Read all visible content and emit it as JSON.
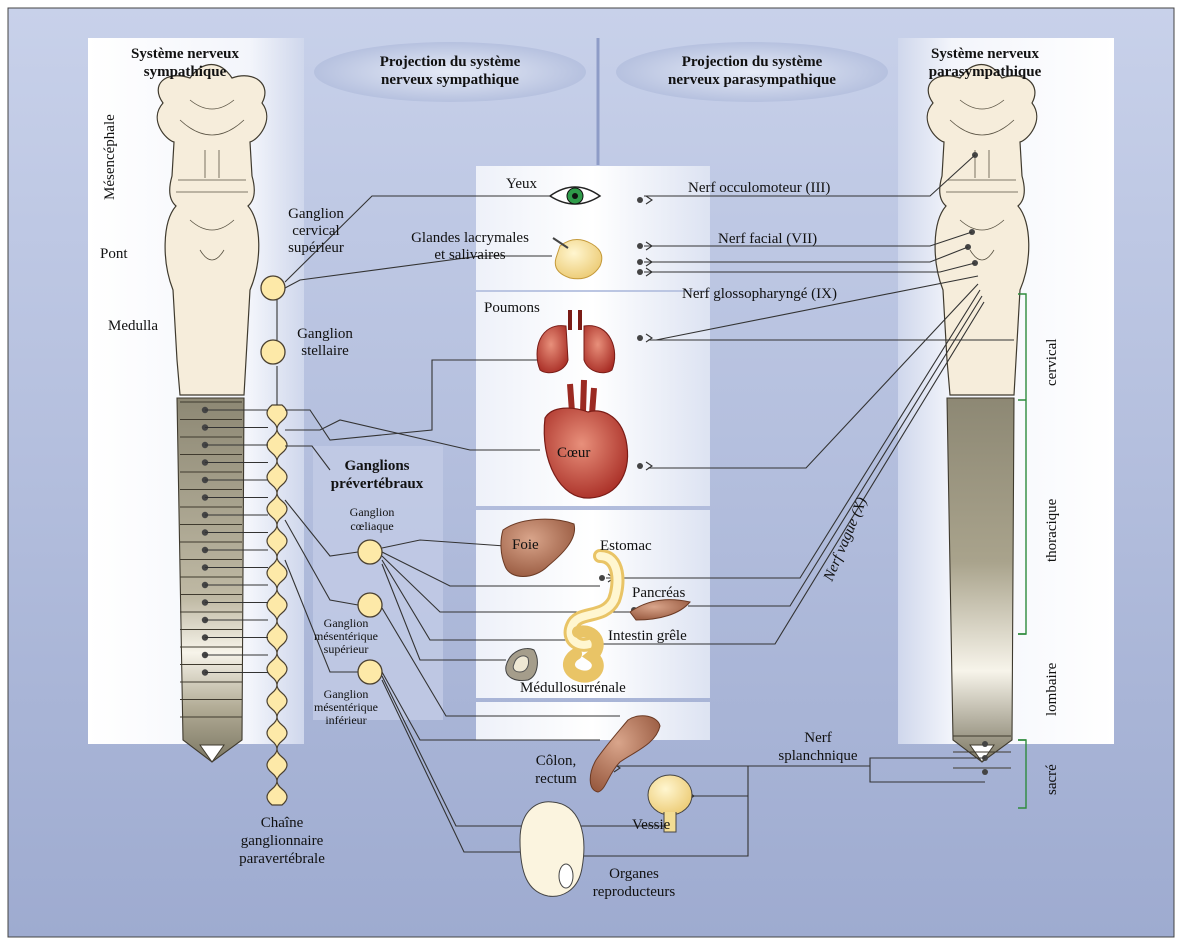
{
  "headers": {
    "symp_system": [
      "Système nerveux",
      "sympathique"
    ],
    "proj_symp": [
      "Projection du système",
      "nerveux sympathique"
    ],
    "proj_para": [
      "Projection du système",
      "nerveux parasympathique"
    ],
    "para_system": [
      "Système nerveux",
      "parasympathique"
    ]
  },
  "left_labels": {
    "mesencephale": "Mésencéphale",
    "pont": "Pont",
    "medulla": "Medulla",
    "chain": [
      "Chaîne",
      "ganglionnaire",
      "paravertébrale"
    ]
  },
  "ganglia": {
    "cervical": [
      "Ganglion",
      "cervical",
      "supérieur"
    ],
    "stellaire": [
      "Ganglion",
      "stellaire"
    ],
    "prevertebral_title": [
      "Ganglions",
      "prévertébraux"
    ],
    "coeliaque": [
      "Ganglion",
      "cœliaque"
    ],
    "mes_sup": [
      "Ganglion",
      "mésentérique",
      "supérieur"
    ],
    "mes_inf": [
      "Ganglion",
      "mésentérique",
      "inférieur"
    ]
  },
  "organs": {
    "yeux": "Yeux",
    "glandes": [
      "Glandes lacrymales",
      "et salivaires"
    ],
    "poumons": "Poumons",
    "coeur": "Cœur",
    "foie": "Foie",
    "estomac": "Estomac",
    "pancreas": "Pancréas",
    "intestin": "Intestin grêle",
    "medullo": "Médullosurrénale",
    "colon": [
      "Côlon,",
      "rectum"
    ],
    "vessie": "Vessie",
    "organes_repro": [
      "Organes",
      "reproducteurs"
    ]
  },
  "nerves": {
    "occulomoteur": "Nerf occulomoteur (III)",
    "facial": "Nerf facial (VII)",
    "glosso": "Nerf glossopharyngé (IX)",
    "vague": "Nerf vague (X)",
    "splanchnique": [
      "Nerf",
      "splanchnique"
    ]
  },
  "regions": {
    "cervical": "cervical",
    "thoracique": "thoracique",
    "lombaire": "lombaire",
    "sacre": "sacré"
  },
  "colors": {
    "bg_frame": "#b7c3e0",
    "spine_cream": "#f5ecd8",
    "spine_grey": "#8b8570",
    "ganglion": "#fde9a8",
    "green_bracket": "#2e8b3d",
    "organ_red": "#b3322b"
  }
}
